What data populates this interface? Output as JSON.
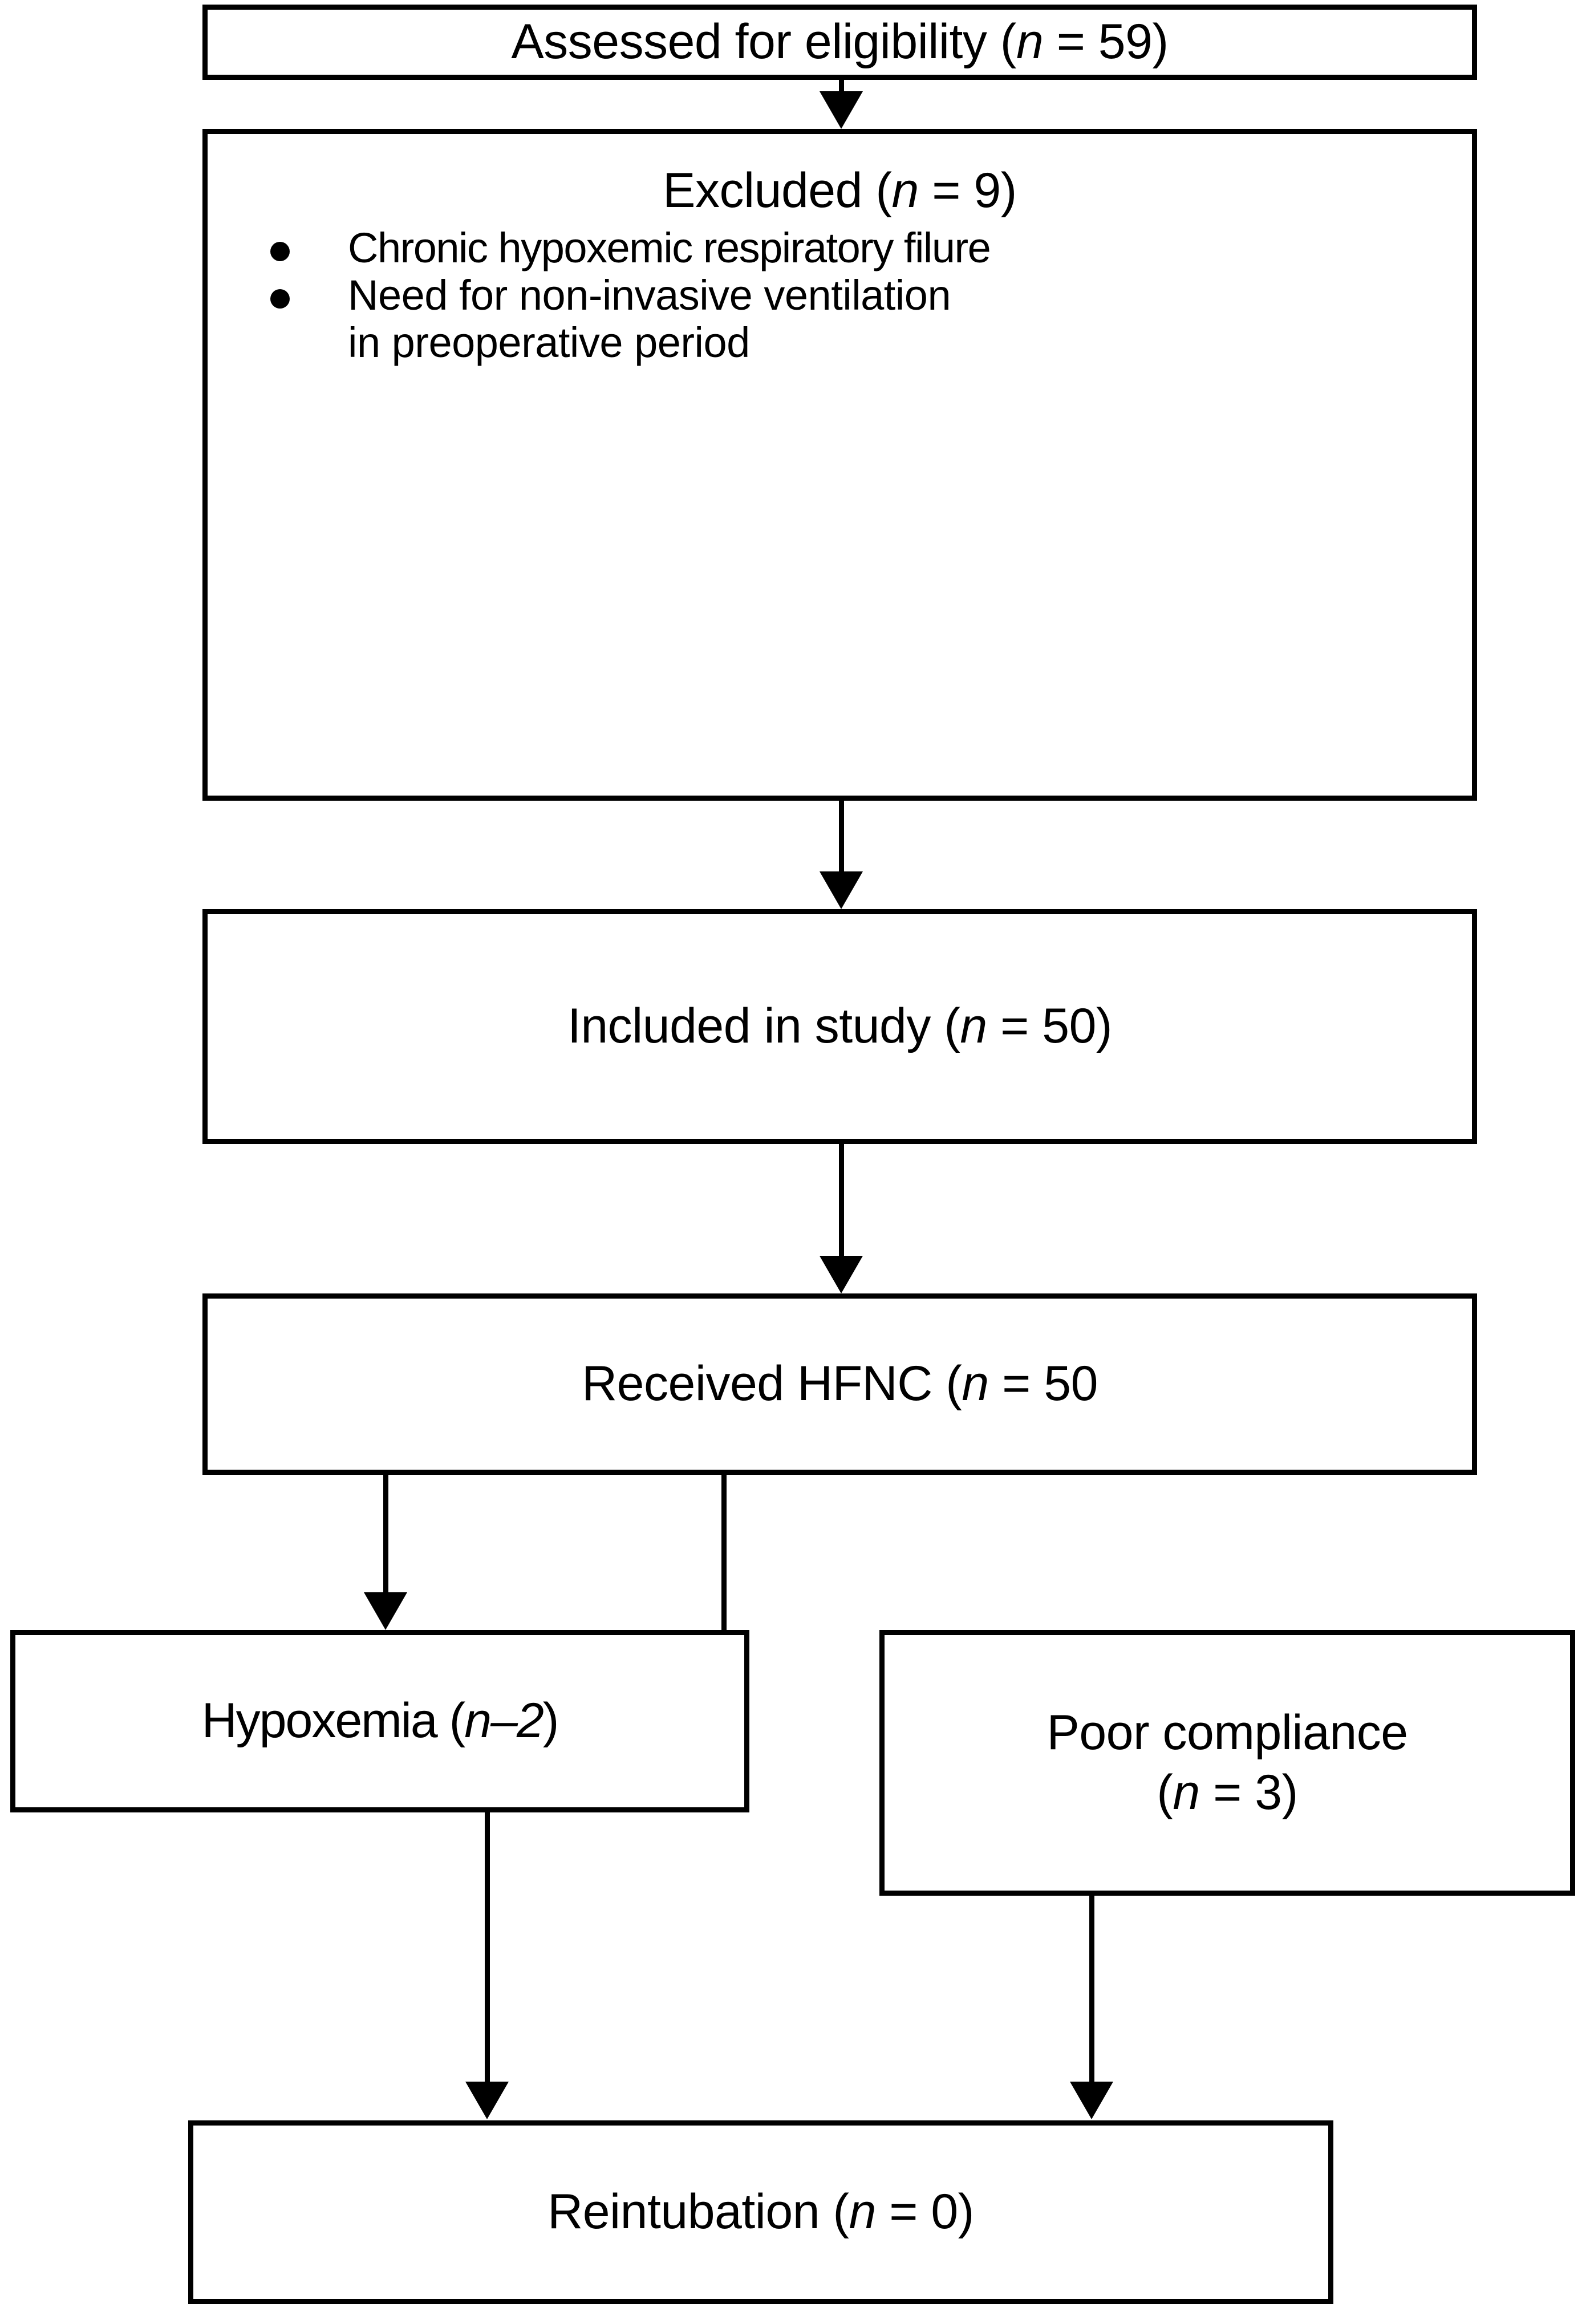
{
  "diagram": {
    "type": "study-flow-diagram",
    "title": "HFNC study participant flow",
    "colors": {
      "background": "#ffffff",
      "border": "#000000",
      "text": "#000000"
    },
    "nodes": {
      "assessed": {
        "text": "Assessed for eligibility (n = 59)",
        "prefix": "Assessed for eligibility (",
        "symbol": "n",
        "suffix": " = 59)",
        "count": 59
      },
      "excluded": {
        "title_prefix": "Excluded (",
        "title_symbol": "n",
        "title_suffix": " = 9)",
        "count": 9,
        "bullets": [
          {
            "text": "Chronic hypoxemic respiratory filure"
          },
          {
            "text": "Need for non-invasive ventilation",
            "continuation": "in preoperative period"
          }
        ]
      },
      "included": {
        "prefix": "Included in study (",
        "symbol": "n",
        "suffix": " = 50)",
        "count": 50
      },
      "received": {
        "prefix": "Received HFNC (",
        "symbol": "n",
        "suffix": " = 50",
        "count": 50
      },
      "hypoxemia": {
        "prefix": "Hypoxemia (",
        "symbol": "n–2",
        "suffix": ")",
        "count": 2
      },
      "poor_compliance": {
        "line1": "Poor compliance",
        "line2_prefix": "(",
        "line2_symbol": "n",
        "line2_suffix": " = 3)",
        "count": 3
      },
      "reintubation": {
        "prefix": "Reintubation (",
        "symbol": "n",
        "suffix": " = 0)",
        "count": 0
      }
    },
    "connectors": [
      {
        "from": "assessed",
        "to": "excluded",
        "arrowhead": true
      },
      {
        "from": "excluded",
        "to": "included",
        "arrowhead": true
      },
      {
        "from": "included",
        "to": "received",
        "arrowhead": true
      },
      {
        "from": "received",
        "to": "hypoxemia",
        "arrowhead": true
      },
      {
        "from": "received",
        "to": "poor_compliance",
        "arrowhead": false
      },
      {
        "from": "hypoxemia",
        "to": "reintubation",
        "arrowhead": true
      },
      {
        "from": "poor_compliance",
        "to": "reintubation",
        "arrowhead": true
      }
    ]
  }
}
